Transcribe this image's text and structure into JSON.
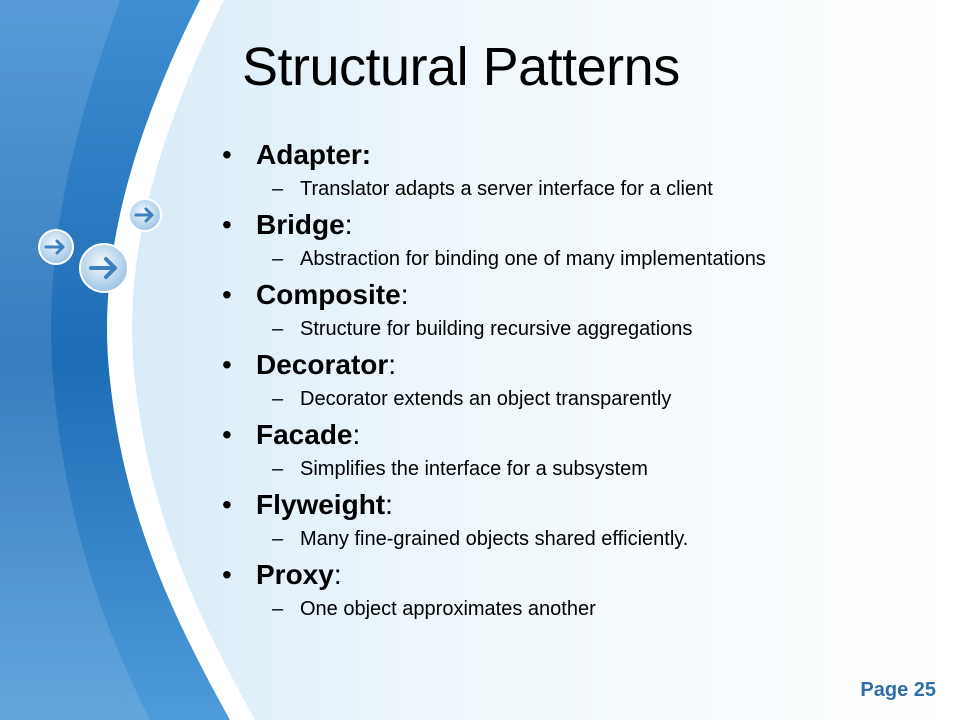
{
  "slide": {
    "title": "Structural Patterns",
    "page_label": "Page 25",
    "bullet_glyph": "•",
    "dash_glyph": "–",
    "items": [
      {
        "term": "Adapter:",
        "suffix": "",
        "desc": "Translator adapts a server interface for a client"
      },
      {
        "term": "Bridge",
        "suffix": ":",
        "desc": "Abstraction for binding one of many implementations"
      },
      {
        "term": "Composite",
        "suffix": ":",
        "desc": "Structure for building recursive aggregations"
      },
      {
        "term": "Decorator",
        "suffix": ":",
        "desc": "Decorator extends an object transparently"
      },
      {
        "term": "Facade",
        "suffix": ":",
        "desc": "Simplifies the interface for a subsystem"
      },
      {
        "term": "Flyweight",
        "suffix": ":",
        "desc": "Many fine-grained objects shared efficiently."
      },
      {
        "term": "Proxy",
        "suffix": ":",
        "desc": "One object approximates another"
      }
    ]
  },
  "theme": {
    "accent": "#2f6ea8",
    "wave_dark": "#1f6db5",
    "wave_light": "#d8ecf8"
  },
  "decorations": [
    "arrow-circle-icon",
    "arrow-circle-icon",
    "arrow-circle-icon"
  ]
}
